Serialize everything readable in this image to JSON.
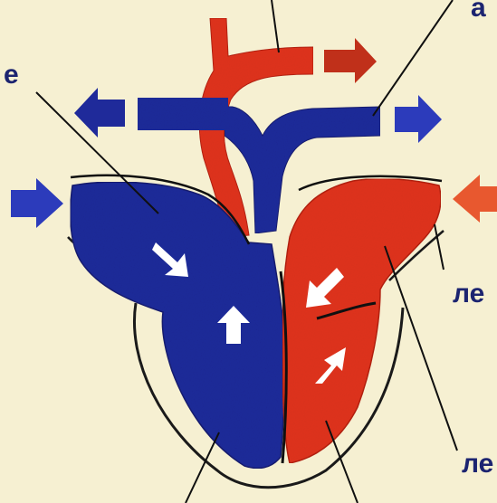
{
  "labels": {
    "top_right": "а",
    "left_top": "е",
    "right_middle": "ле",
    "right_bottom": "ле"
  },
  "colors": {
    "background": "#f6f0d2",
    "venous_blue": "#1f2a9a",
    "arterial_red": "#e0331e",
    "arrow_white": "#ffffff",
    "label_text": "#1c2470"
  }
}
